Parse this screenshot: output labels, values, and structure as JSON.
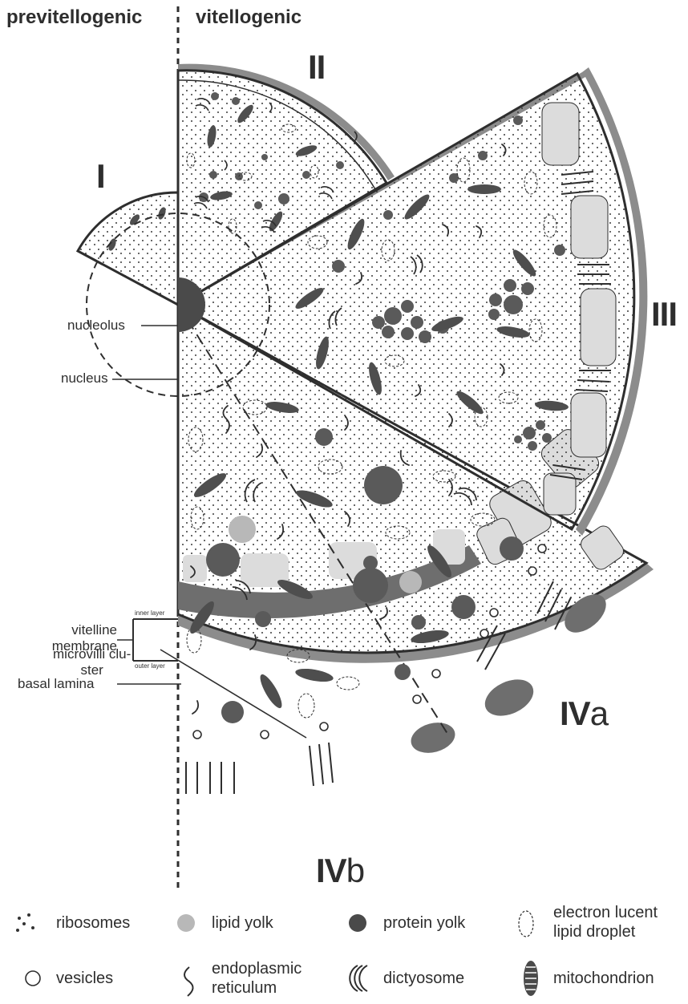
{
  "header": {
    "left": "previtellogenic",
    "right": "vitellogenic"
  },
  "stages": [
    {
      "main": "I",
      "suffix": ""
    },
    {
      "main": "II",
      "suffix": ""
    },
    {
      "main": "III",
      "suffix": ""
    },
    {
      "main": "IV",
      "suffix": "a"
    },
    {
      "main": "IV",
      "suffix": "b"
    }
  ],
  "labels": {
    "nucleolus": "nucleolus",
    "nucleus": "nucleus",
    "microvilli_line1": "microvilli clu-",
    "microvilli_line2": "ster",
    "vitelline_line1": "vitelline",
    "vitelline_line2": "membrane",
    "inner_layer": "inner layer",
    "outer_layer": "outer layer",
    "basal_lamina": "basal lamina"
  },
  "legend": [
    {
      "icon": "ribosomes-icon",
      "lines": [
        "ribosomes"
      ]
    },
    {
      "icon": "lipid-yolk-icon",
      "lines": [
        "lipid yolk"
      ]
    },
    {
      "icon": "protein-yolk-icon",
      "lines": [
        "protein yolk"
      ]
    },
    {
      "icon": "lipid-droplet-icon",
      "lines": [
        "electron lucent",
        "lipid droplet"
      ]
    },
    {
      "icon": "vesicle-icon",
      "lines": [
        "vesicles"
      ]
    },
    {
      "icon": "er-icon",
      "lines": [
        "endoplasmic",
        "reticulum"
      ]
    },
    {
      "icon": "dictyosome-icon",
      "lines": [
        "dictyosome"
      ]
    },
    {
      "icon": "mitochondrion-icon",
      "lines": [
        "mitochondrion"
      ]
    }
  ],
  "colors": {
    "outline": "#2e2e2e",
    "protein_yolk": "#5a5a5a",
    "lipid_yolk": "#b8b8b8",
    "membrane_light": "#dcdcdc",
    "basal_lamina": "#8c8c8c"
  }
}
